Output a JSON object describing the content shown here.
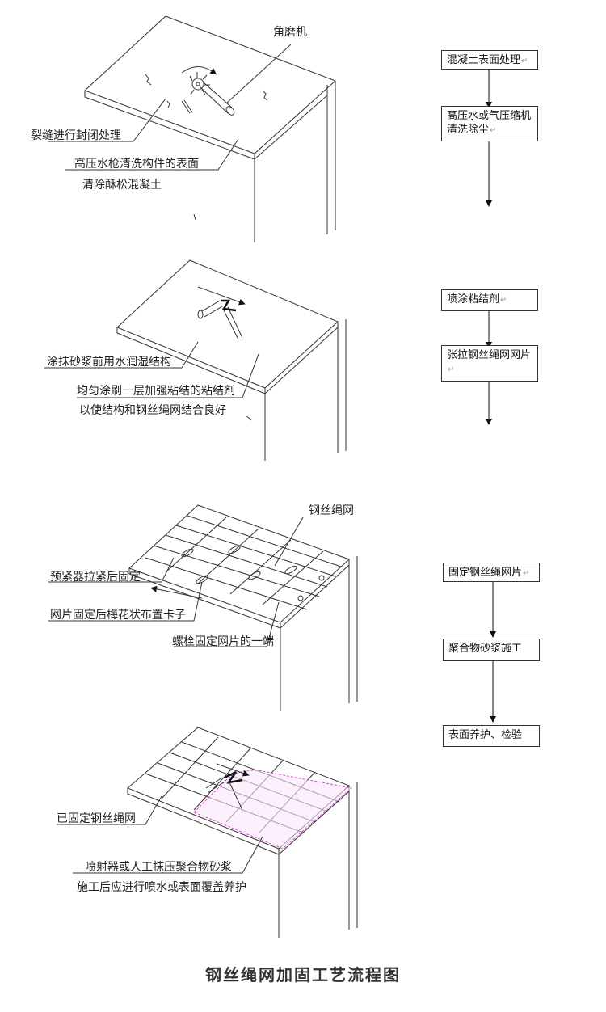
{
  "title": "钢丝绳网加固工艺流程图",
  "paragraph_mark": "↵",
  "panels": [
    {
      "labels": {
        "grinder": "角磨机",
        "crack": "裂缝进行封闭处理",
        "clean_l1": "高压水枪清洗构件的表面",
        "clean_l2": "清除酥松混凝土"
      }
    },
    {
      "labels": {
        "wet": "涂抹砂浆前用水润湿结构",
        "brush_l1": "均匀涂刷一层加强粘结的粘结剂",
        "brush_l2": "以使结构和钢丝绳网结合良好"
      }
    },
    {
      "labels": {
        "mesh": "钢丝绳网",
        "tension": "预紧器拉紧后固定",
        "clips": "网片固定后梅花状布置卡子",
        "bolt": "螺栓固定网片的一端"
      }
    },
    {
      "labels": {
        "fixed": "已固定钢丝绳网",
        "spray_l1": "喷射器或人工抹压聚合物砂浆",
        "spray_l2": "施工后应进行喷水或表面覆盖养护"
      }
    }
  ],
  "flow_steps": [
    "混凝土表面处理",
    "高压水或气压缩机清洗除尘",
    "喷涂粘结剂",
    "张拉钢丝绳网网片",
    "固定钢丝绳网片",
    "聚合物砂浆施工",
    "表面养护、检验"
  ],
  "colors": {
    "line": "#333333",
    "mortar": "#e040e0"
  }
}
